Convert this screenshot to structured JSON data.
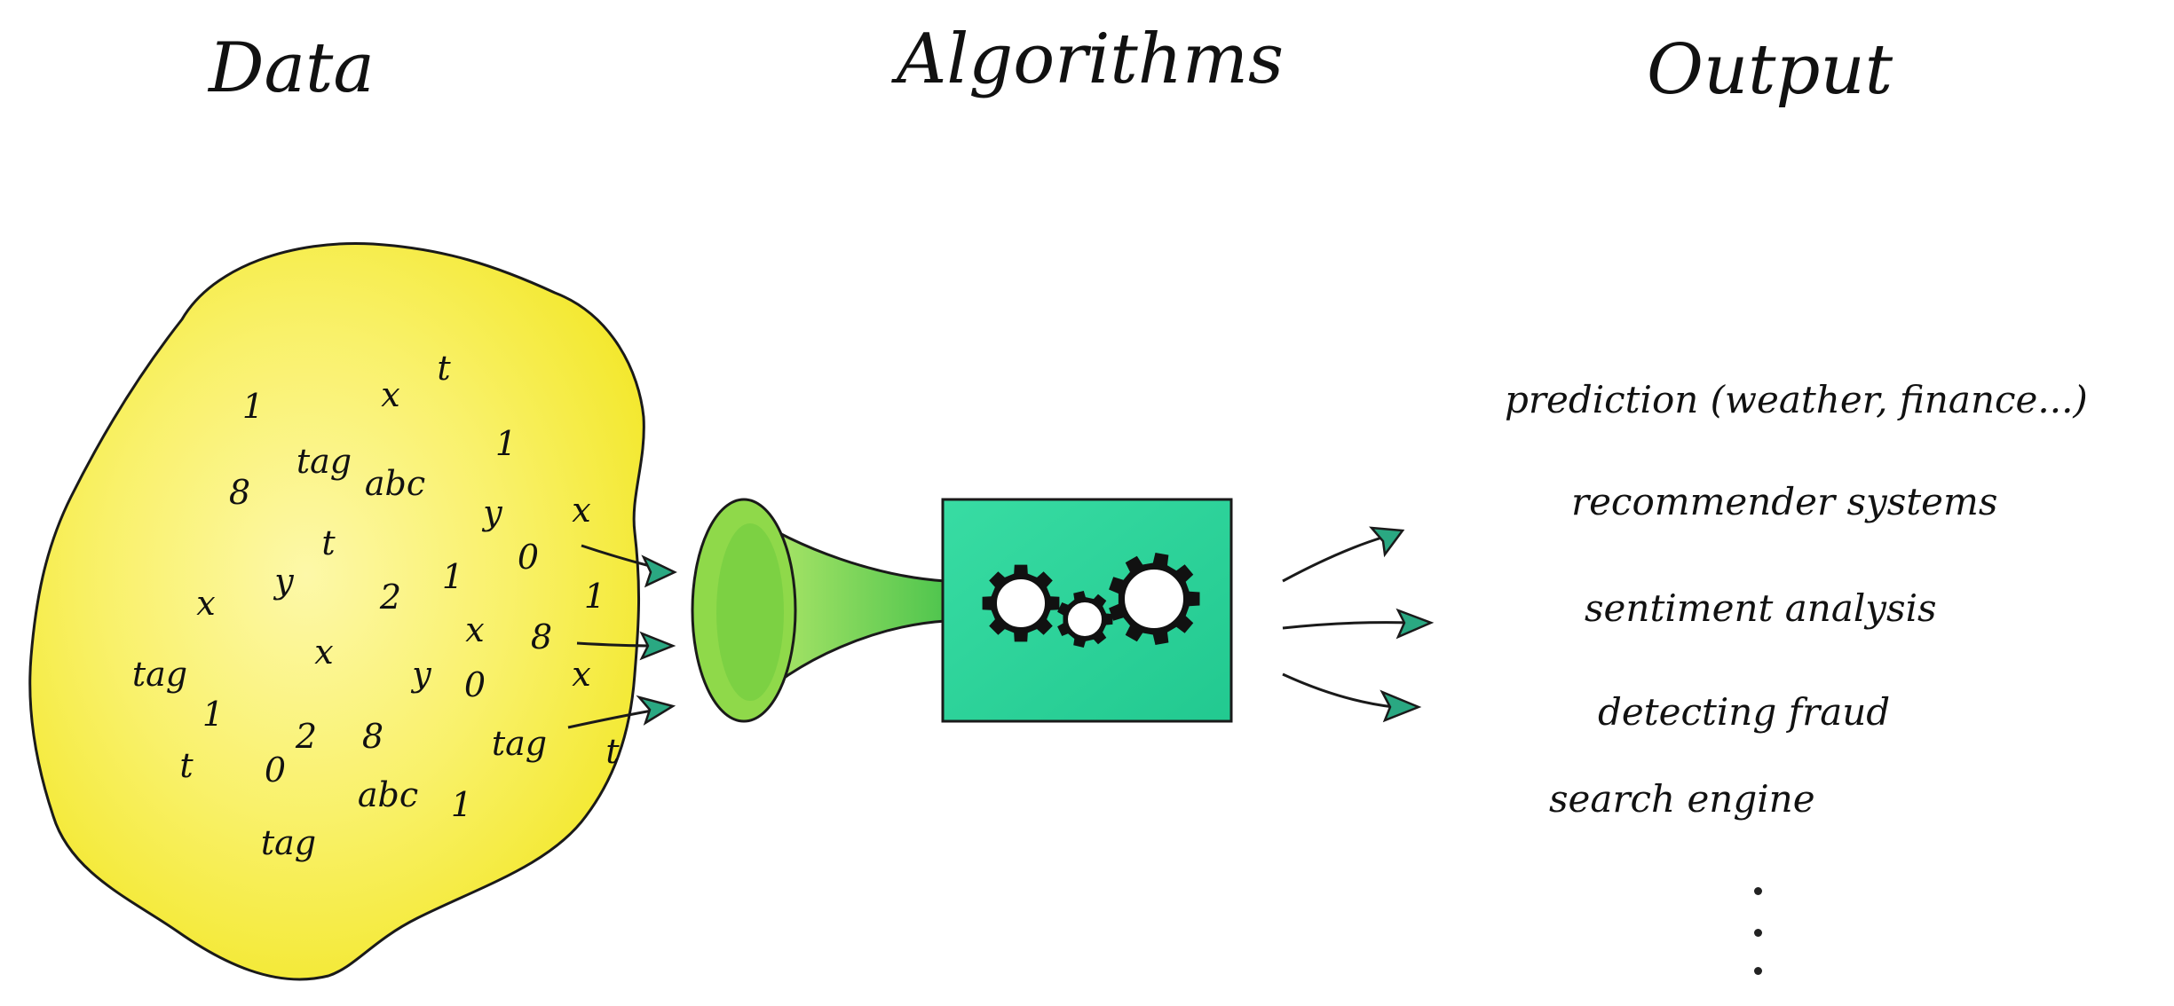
{
  "headings": {
    "data": "Data",
    "algorithms": "Algorithms",
    "output": "Output"
  },
  "data_tokens": [
    "1",
    "x",
    "t",
    "tag",
    "1",
    "8",
    "abc",
    "x",
    "y",
    "t",
    "y",
    "0",
    "x",
    "2",
    "1",
    "1",
    "x",
    "8",
    "tag",
    "x",
    "y",
    "0",
    "x",
    "1",
    "2",
    "8",
    "tag",
    "t",
    "t",
    "0",
    "abc",
    "1",
    "tag"
  ],
  "outputs": [
    "prediction (weather, finance...)",
    "recommender systems",
    "sentiment analysis",
    "detecting fraud",
    "search engine"
  ],
  "colors": {
    "data_blob": "#f7ee3a",
    "data_blob_light": "#fdf9b0",
    "funnel": "#8fd94a",
    "processor_box": "#2fd39a",
    "arrow": "#2aa882",
    "gear": "#111111"
  },
  "icons": [
    "gear-icon",
    "funnel-icon",
    "arrow-icon"
  ]
}
